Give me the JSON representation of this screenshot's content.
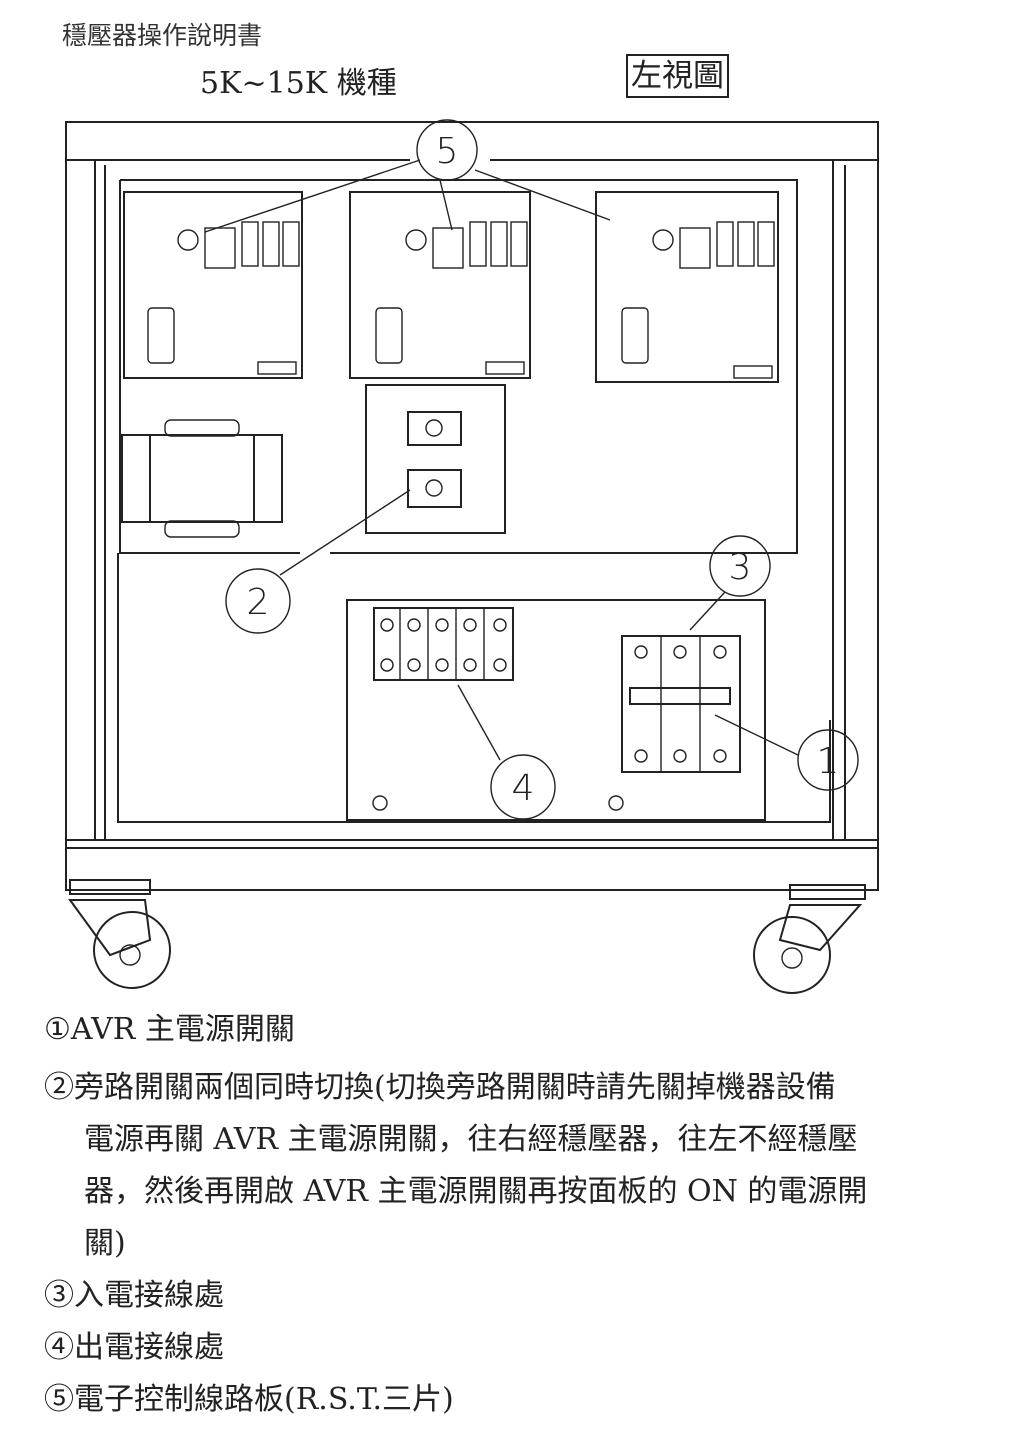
{
  "header": {
    "doc_title": "穩壓器操作說明書",
    "model": "5K~15K 機種",
    "view_label": "左視圖"
  },
  "diagram": {
    "callouts": [
      "1",
      "2",
      "3",
      "4",
      "5"
    ]
  },
  "legend": {
    "item1": "①AVR 主電源開關",
    "item2_line1": "②旁路開關兩個同時切換(切換旁路開關時請先關掉機器設備",
    "item2_line2": "電源再關 AVR 主電源開關，往右經穩壓器，往左不經穩壓",
    "item2_line3": "器，然後再開啟 AVR 主電源開關再按面板的 ON 的電源開",
    "item2_line4": "關)",
    "item3": "③入電接線處",
    "item4": "④出電接線處",
    "item5": "⑤電子控制線路板(R.S.T.三片)"
  }
}
